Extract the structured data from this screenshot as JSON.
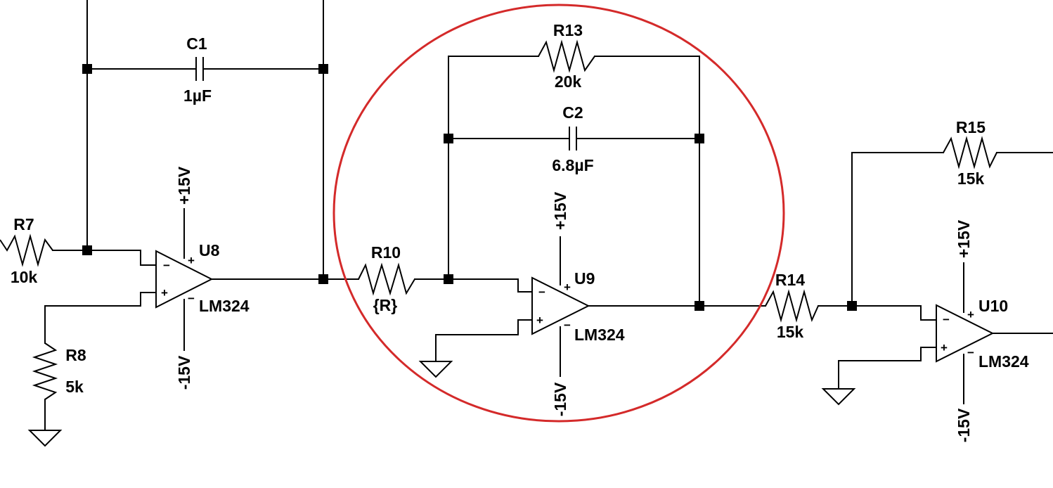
{
  "schematic": {
    "highlight_color": "#d42a2a",
    "components": {
      "c1": {
        "ref": "C1",
        "value": "1µF"
      },
      "c2": {
        "ref": "C2",
        "value": "6.8µF"
      },
      "r7": {
        "ref": "R7",
        "value": "10k"
      },
      "r8": {
        "ref": "R8",
        "value": "5k"
      },
      "r10": {
        "ref": "R10",
        "value": "{R}"
      },
      "r13": {
        "ref": "R13",
        "value": "20k"
      },
      "r14": {
        "ref": "R14",
        "value": "15k"
      },
      "r15": {
        "ref": "R15",
        "value": "15k"
      },
      "u8": {
        "ref": "U8",
        "part": "LM324",
        "vpos": "+15V",
        "vneg": "-15V"
      },
      "u9": {
        "ref": "U9",
        "part": "LM324",
        "vpos": "+15V",
        "vneg": "-15V"
      },
      "u10": {
        "ref": "U10",
        "part": "LM324",
        "vpos": "+15V",
        "vneg": "-15V"
      }
    },
    "pin_minus": "−",
    "pin_plus": "+"
  }
}
